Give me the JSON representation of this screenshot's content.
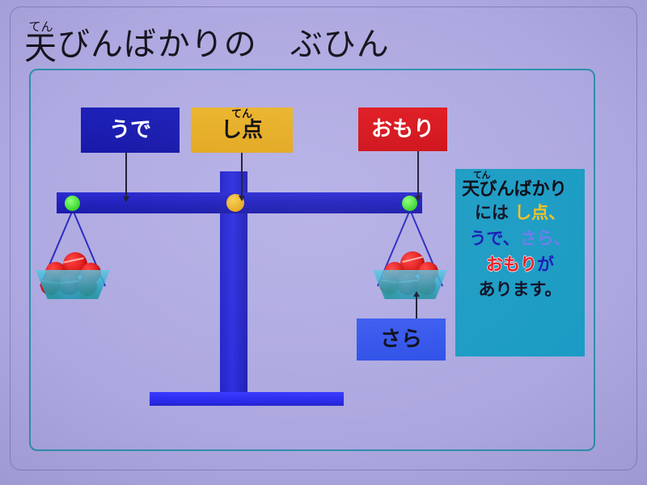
{
  "slide": {
    "title": {
      "ruby": "てん",
      "ruby_base": "天",
      "rest": "びんばかりの　ぶひん",
      "full": "天びんばかりの ぶひん"
    },
    "background_color": "#b0abe0",
    "inner_frame_color": "#2e8fae"
  },
  "labels": {
    "ude": {
      "text": "うで",
      "box_color": "#1c20b8",
      "text_color": "#ffffff"
    },
    "shiten": {
      "ruby": "てん",
      "text": "し点",
      "box_color": "#eab42c",
      "text_color": "#100d12"
    },
    "omori": {
      "text": "おもり",
      "box_color": "#e01a22",
      "text_color": "#ffffff"
    },
    "sara": {
      "text": "さら",
      "box_color": "#3a5cf0",
      "text_color": "#0d0c18"
    }
  },
  "diagram": {
    "name": "balance-scale",
    "beam_color": "#1f1fbe",
    "column_color": "#2323c8",
    "base_color": "#3a3aff",
    "fulcrum_dot_color": "#e8a822",
    "pivot_dot_color": "#39d62c",
    "pan_color": "#2daacd",
    "fruit_color": "#e01818",
    "left_pan_items": 6,
    "right_pan_items": 6
  },
  "info_panel": {
    "background_color": "#1c9cc4",
    "heading_ruby": "てん",
    "heading": "天びんばかり",
    "lines": [
      [
        {
          "text": "には ",
          "color_name": "dark"
        },
        {
          "text": "し点、",
          "color_name": "gold"
        }
      ],
      [
        {
          "text": "うで、",
          "color_name": "navy"
        },
        {
          "text": "さら、",
          "color_name": "peri"
        }
      ],
      [
        {
          "text": "おもり",
          "color_name": "red"
        },
        {
          "text": "が",
          "color_name": "navy"
        }
      ],
      [
        {
          "text": "あります。",
          "color_name": "dark"
        }
      ]
    ]
  }
}
